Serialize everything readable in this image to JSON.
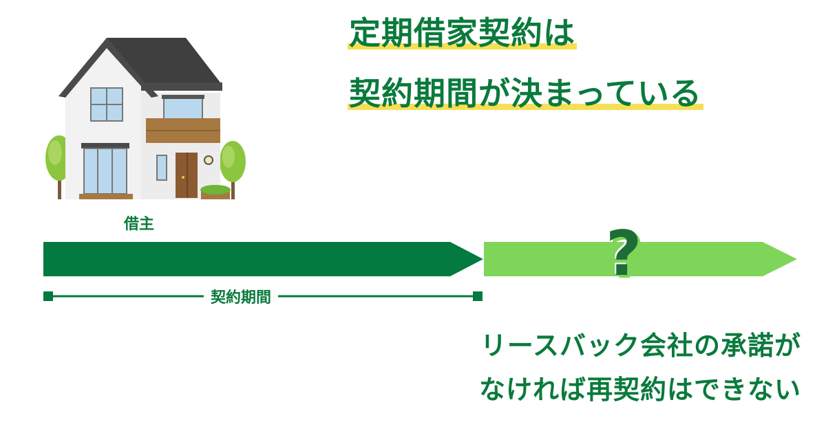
{
  "title": {
    "line1": "定期借家契約は",
    "line2": "契約期間が決まっている"
  },
  "tenant_label": "借主",
  "timeline": {
    "period_label": "契約期間",
    "future_marker": "?",
    "colors": {
      "contract_period": "#037a3f",
      "after_period": "#7fd55a",
      "highlight": "#f7df55",
      "text": "#0a7a3c"
    }
  },
  "note": {
    "line1": "リースバック会社の承諾が",
    "line2": "なければ再契約はできない"
  },
  "icons": [
    "house-icon",
    "tree-icon",
    "question-icon"
  ]
}
